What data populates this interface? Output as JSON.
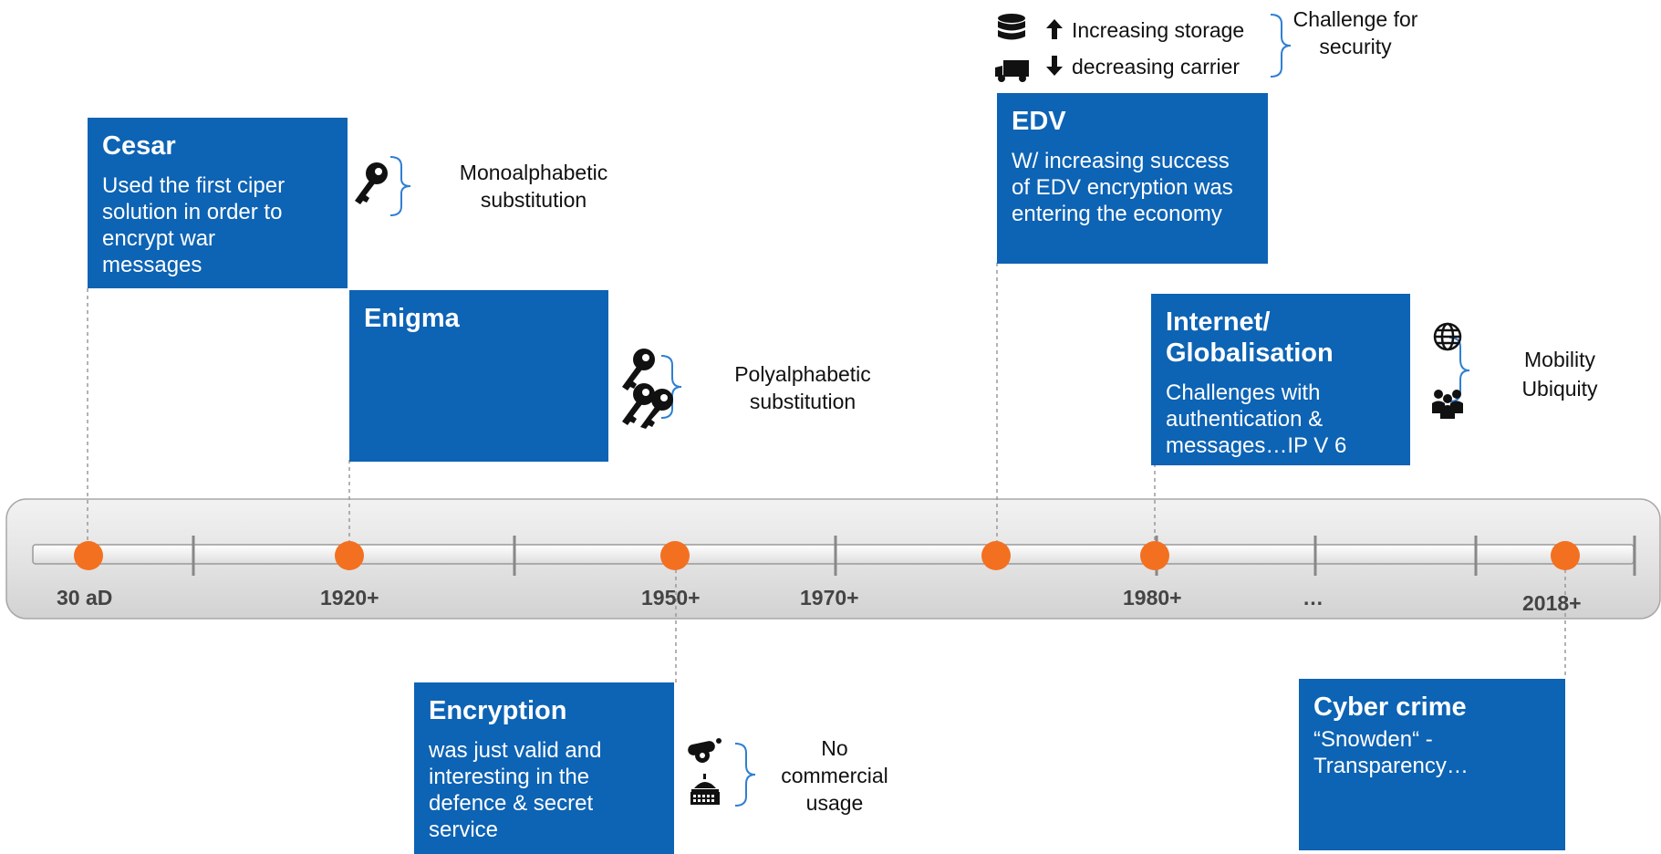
{
  "events": {
    "cesar": {
      "title": "Cesar",
      "body": "Used the first ciper solution in order to encrypt war messages",
      "note": "Monoalphabetic substitution"
    },
    "enigma": {
      "title": "Enigma",
      "note": "Polyalphabetic substitution"
    },
    "encryption": {
      "title": "Encryption",
      "body": "was just valid and interesting in the defence & secret service",
      "note": "No commercial usage"
    },
    "edv": {
      "title": "EDV",
      "body": "W/ increasing success of EDV encryption was entering the economy",
      "storage_label": "Increasing storage",
      "carrier_label": "decreasing carrier",
      "note": "Challenge for security"
    },
    "internet": {
      "title": "Internet/ Globalisation",
      "body": "Challenges with authentication & messages…IP V 6",
      "note": "Mobility Ubiquity"
    },
    "cyber": {
      "title": "Cyber crime",
      "body": "“Snowden“ - Transparency…"
    }
  },
  "timeline": {
    "labels": [
      "30 aD",
      "1920+",
      "1950+",
      "1970+",
      "1980+",
      "…",
      "2018+"
    ]
  },
  "colors": {
    "box": "#0d63b4",
    "dot": "#f37021",
    "bracket": "#2f7fd1"
  },
  "icons": [
    "key-icon",
    "keys-icon",
    "database-icon",
    "truck-icon",
    "arrow-up-icon",
    "arrow-down-icon",
    "cannon-icon",
    "government-building-icon",
    "globe-icon",
    "people-icon"
  ]
}
